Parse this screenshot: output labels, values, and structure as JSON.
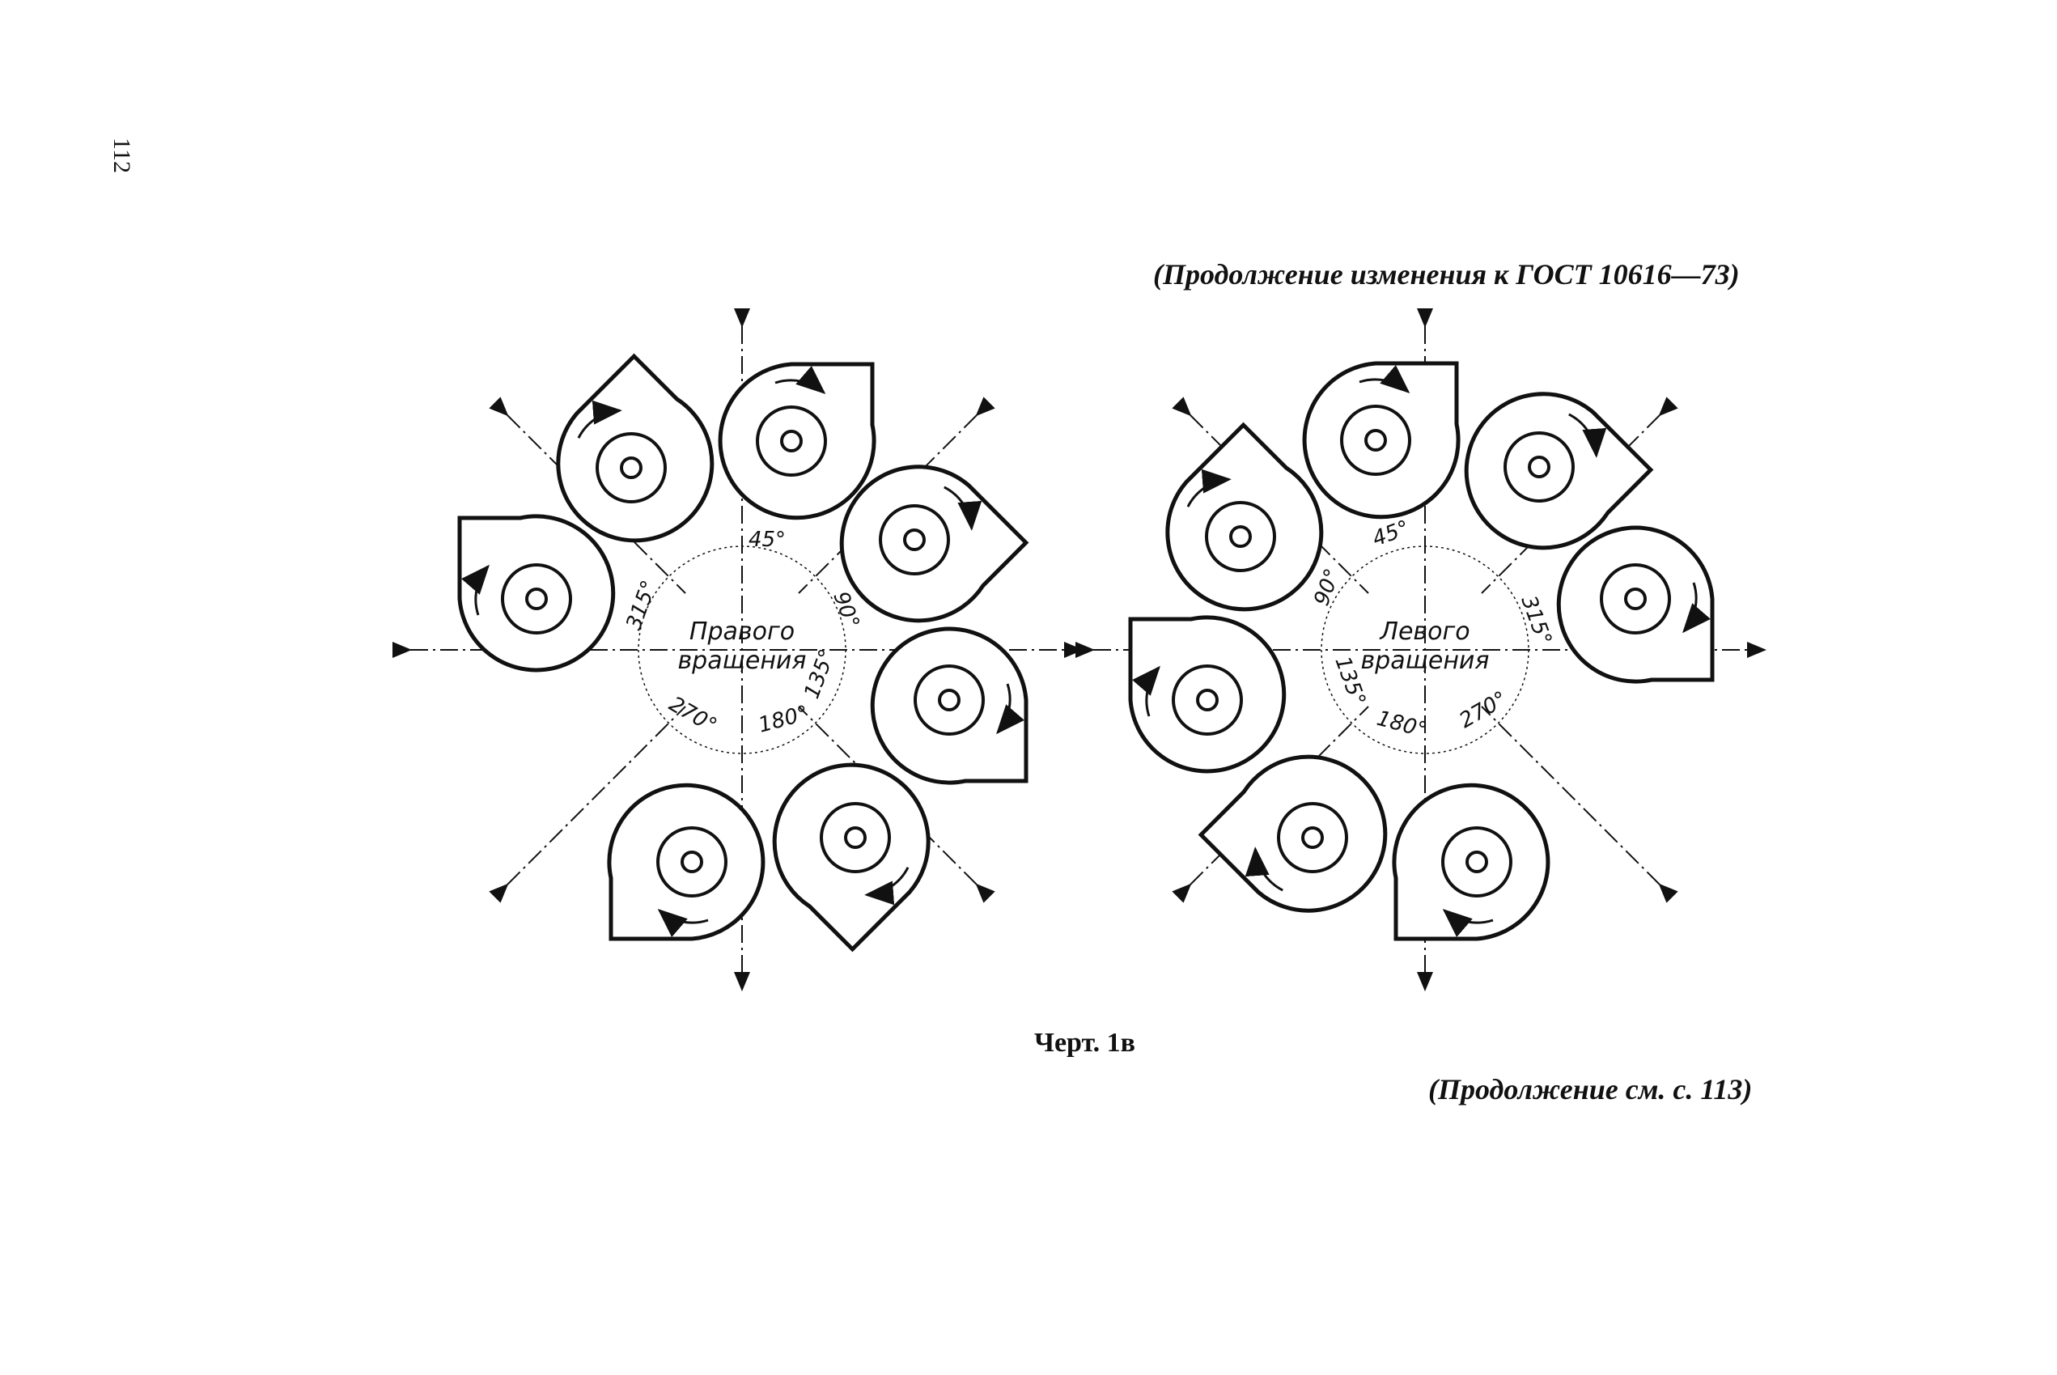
{
  "page_number": "112",
  "header": "(Продолжение изменения к ГОСТ 10616—73)",
  "caption": "Черт. 1в",
  "continuation": "(Продолжение см. с. 113)",
  "diagrams": [
    {
      "title_line1": "Правого",
      "title_line2": "вращения",
      "angles": [
        "45°",
        "90°",
        "135°",
        "180°",
        "270°",
        "315°"
      ]
    },
    {
      "title_line1": "Левого",
      "title_line2": "вращения",
      "angles": [
        "45°",
        "90°",
        "135°",
        "180°",
        "270°",
        "315°"
      ]
    }
  ]
}
